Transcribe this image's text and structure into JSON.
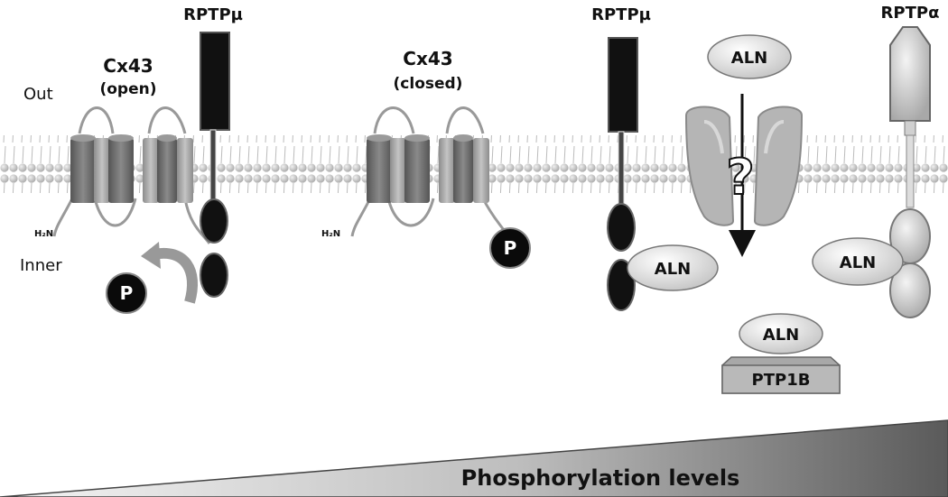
{
  "side_labels": {
    "out": "Out",
    "inner": "Inner"
  },
  "cx43_open": {
    "name": "Cx43",
    "state": "(open)",
    "nterm": "H₂N"
  },
  "cx43_closed": {
    "name": "Cx43",
    "state": "(closed)",
    "nterm": "H₂N"
  },
  "rptp_mu_left": {
    "label": "RPTPµ"
  },
  "rptp_mu_right": {
    "label": "RPTPµ"
  },
  "rptp_alpha": {
    "label": "RPTPα"
  },
  "phospho_left": "P",
  "phospho_right": "P",
  "aln_outside": "ALN",
  "aln_on_rptp_mu": "ALN",
  "aln_on_rptp_alpha": "ALN",
  "aln_on_ptp1b": "ALN",
  "ptp1b": "PTP1B",
  "channel_question": "?",
  "gradient_bar": {
    "label": "Phosphorylation levels"
  },
  "colors": {
    "membrane_bead": "#cfcfcf",
    "cx43_dark": "#6e6e6e",
    "cx43_light": "#a8a8a8",
    "rptp_mu": "#111111",
    "rptp_alpha": "#d8d8d8",
    "aln": "#e6e6e6",
    "gradient_start": "#f2f2f2",
    "gradient_end": "#555555"
  }
}
